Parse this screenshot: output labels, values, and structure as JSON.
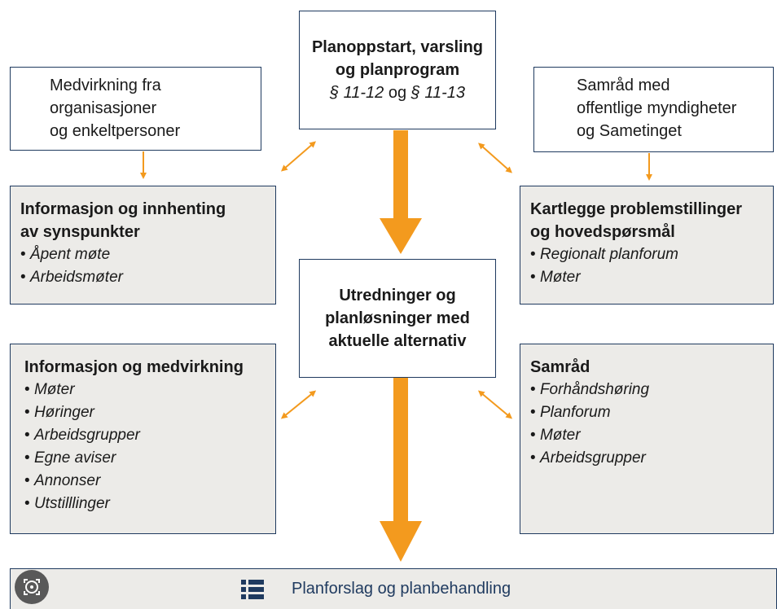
{
  "top_box": {
    "line1": "Planoppstart, varsling",
    "line2": "og planprogram",
    "ref_a": "§ 11-12",
    "ref_join": "og",
    "ref_b": "§ 11-13"
  },
  "left_top_box": {
    "lines": [
      "Medvirkning fra",
      "organisasjoner",
      "og enkeltpersoner"
    ]
  },
  "right_top_box": {
    "lines": [
      "Samråd med",
      "offentlige myndigheter",
      "og Sametinget"
    ]
  },
  "left_mid_box": {
    "title_lines": [
      "Informasjon og innhenting",
      "av synspunkter"
    ],
    "items": [
      "Åpent møte",
      "Arbeidsmøter"
    ]
  },
  "right_mid_box": {
    "title_lines": [
      "Kartlegge problemstillinger",
      "og hovedspørsmål"
    ],
    "items": [
      "Regionalt planforum",
      "Møter"
    ]
  },
  "center_box": {
    "lines": [
      "Utredninger og",
      "planløsninger med",
      "aktuelle alternativ"
    ]
  },
  "left_low_box": {
    "title": "Informasjon og medvirkning",
    "items": [
      "Møter",
      "Høringer",
      "Arbeidsgrupper",
      "Egne aviser",
      "Annonser",
      "Utstilllinger"
    ]
  },
  "right_low_box": {
    "title": "Samråd",
    "items": [
      "Forhåndshøring",
      "Planforum",
      "Møter",
      "Arbeidsgrupper"
    ]
  },
  "bottom": {
    "label": "Planforslag og planbehandling",
    "icon": "list-icon",
    "lens_icon": "lens-icon"
  },
  "colors": {
    "border": "#1f3a5f",
    "arrow": "#f39a1e",
    "grey_fill": "#ecebe8"
  }
}
